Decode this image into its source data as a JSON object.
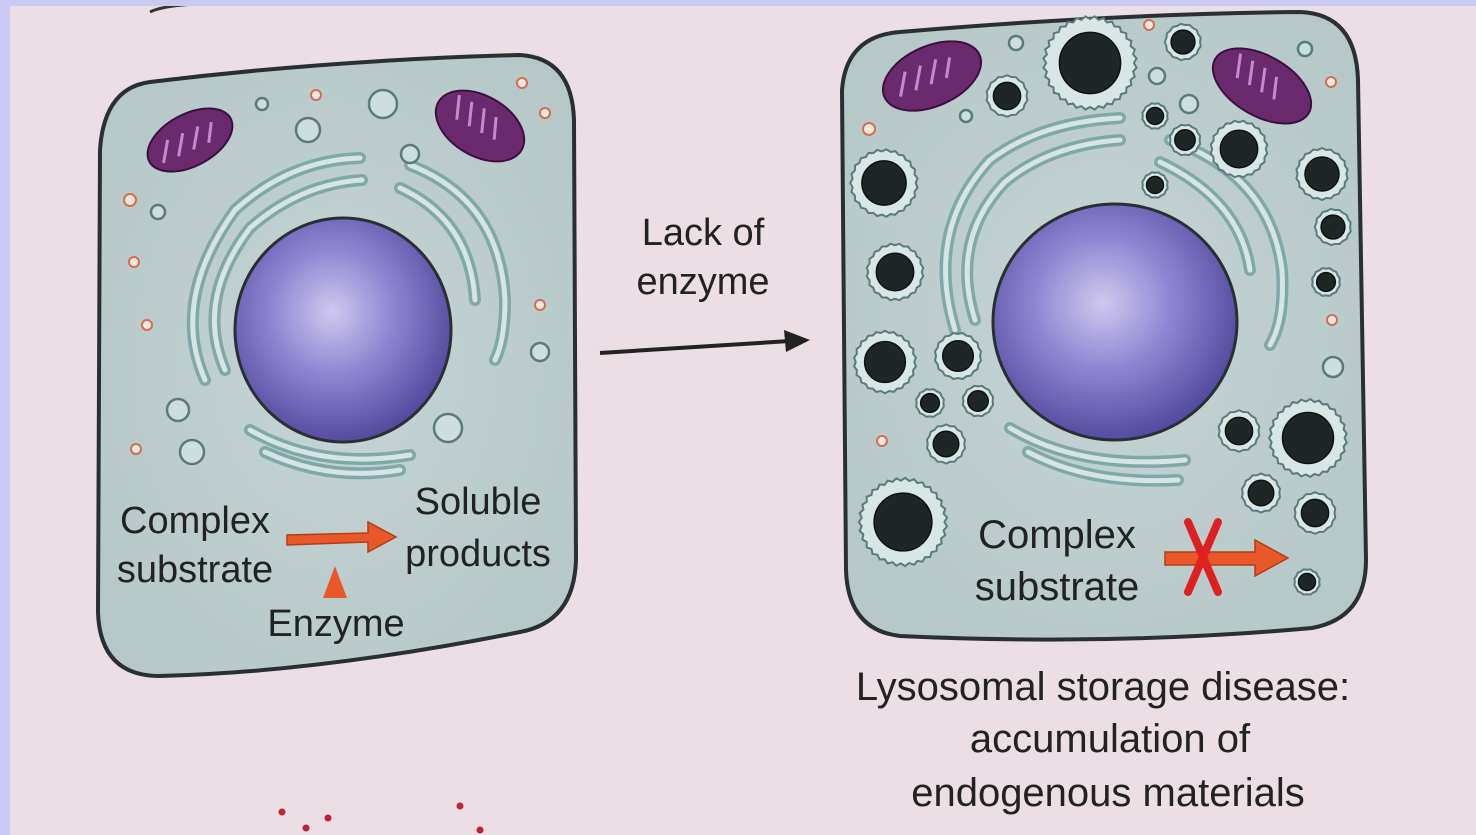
{
  "normal_cell": {
    "reaction": {
      "substrate_line1": "Complex",
      "substrate_line2": "substrate",
      "product_line1": "Soluble",
      "product_line2": "products",
      "enzyme_label": "Enzyme"
    }
  },
  "transition": {
    "line1": "Lack of",
    "line2": "enzyme"
  },
  "diseased_cell": {
    "reaction": {
      "substrate_line1": "Complex",
      "substrate_line2": "substrate"
    }
  },
  "caption": {
    "line1": "Lysosomal storage disease:",
    "line2": "accumulation of",
    "line3": "endogenous materials"
  },
  "colors": {
    "page_background": "#ebdfe5",
    "cell_fill": "#bfcfcf",
    "nucleus": "#6d62b8",
    "mitochondria": "#6b2a6e",
    "reaction_arrow": "#e8582a",
    "blocked_mark": "#e02020",
    "lysosome_storage": "#1f2626"
  }
}
